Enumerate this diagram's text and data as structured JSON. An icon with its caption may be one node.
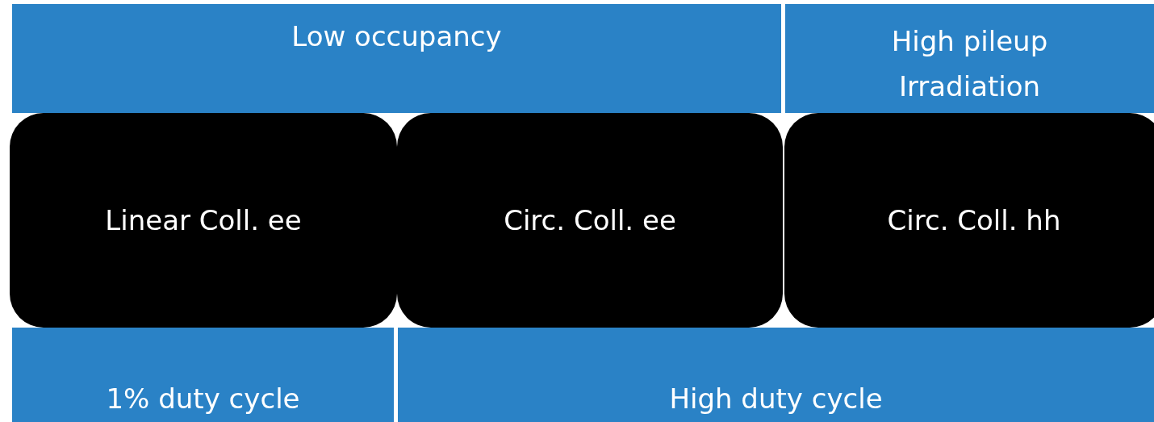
{
  "diagram": {
    "nodes": [
      {
        "text": [
          "Low occupancy"
        ]
      },
      {
        "text": [
          "High pileup Irradiation"
        ]
      },
      {
        "text": [
          "Linear Coll. ee"
        ]
      },
      {
        "text": [
          "Circ. Coll. ee"
        ]
      },
      {
        "text": [
          "Circ. Coll. hh"
        ]
      },
      {
        "text": [
          "1% duty cycle"
        ]
      },
      {
        "text": [
          "High duty cycle"
        ]
      }
    ]
  }
}
